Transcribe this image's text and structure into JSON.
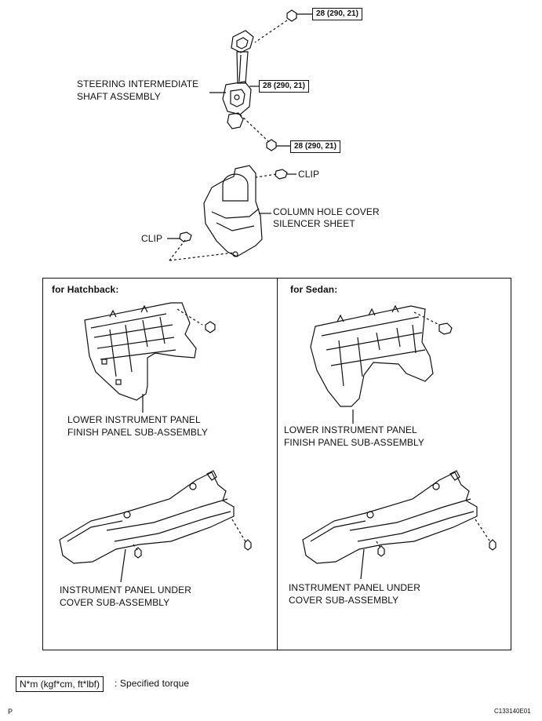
{
  "top": {
    "torque_1": "28 (290, 21)",
    "torque_2": "28 (290, 21)",
    "torque_3": "28 (290, 21)",
    "shaft_label_line1": "STEERING INTERMEDIATE",
    "shaft_label_line2": "SHAFT ASSEMBLY",
    "clip_right": "CLIP",
    "clip_left": "CLIP",
    "cover_label_line1": "COLUMN HOLE COVER",
    "cover_label_line2": "SILENCER SHEET"
  },
  "hatchback": {
    "heading": "for Hatchback:",
    "finish_line1": "LOWER INSTRUMENT PANEL",
    "finish_line2": "FINISH PANEL SUB-ASSEMBLY",
    "under_line1": "INSTRUMENT PANEL UNDER",
    "under_line2": "COVER SUB-ASSEMBLY"
  },
  "sedan": {
    "heading": "for Sedan:",
    "finish_line1": "LOWER INSTRUMENT PANEL",
    "finish_line2": "FINISH PANEL SUB-ASSEMBLY",
    "under_line1": "INSTRUMENT PANEL UNDER",
    "under_line2": "COVER SUB-ASSEMBLY"
  },
  "legend": {
    "unit": "N*m (kgf*cm, ft*lbf)",
    "text": ": Specified torque"
  },
  "footer": {
    "left_mark": "P",
    "figure_id": "C133140E01"
  }
}
